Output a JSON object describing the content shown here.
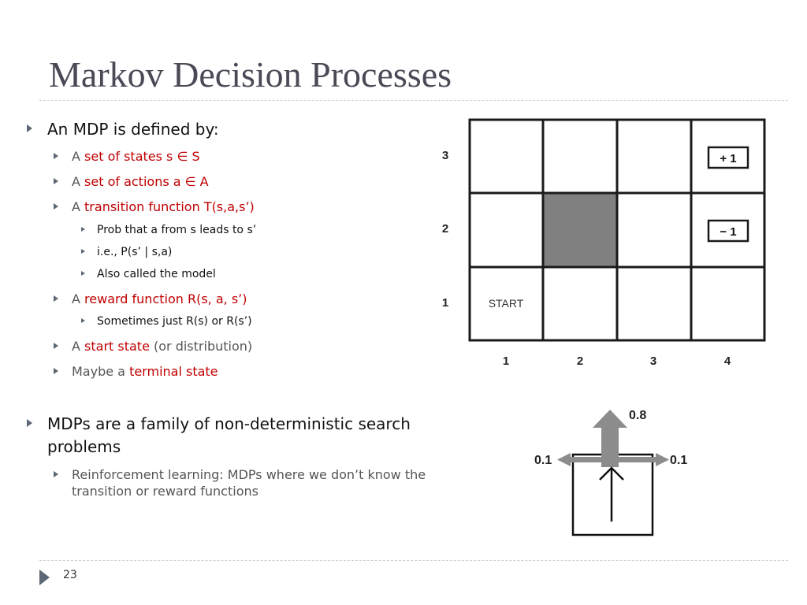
{
  "slide": {
    "title": "Markov Decision Processes",
    "page_number": "23"
  },
  "bullets": {
    "b1": "An MDP is defined by:",
    "b2_pre": "A ",
    "b2_red": "set of states s ∈ S",
    "b3_pre": "A ",
    "b3_red": "set of actions a ∈ A",
    "b4_pre": "A ",
    "b4_red": "transition function T(s,a,s’)",
    "b5": "Prob that a from s leads to s’",
    "b6": "i.e., P(s’ | s,a)",
    "b7": "Also called the model",
    "b8_pre": "A ",
    "b8_red": "reward function R(s, a, s’)",
    "b9": "Sometimes just R(s) or R(s’)",
    "b10_pre": "A ",
    "b10_red": "start state",
    "b10_post": " (or distribution)",
    "b11_pre": "Maybe a ",
    "b11_red": "terminal state",
    "b12": "MDPs are a family of non-deterministic search problems",
    "b13": "Reinforcement learning: MDPs where we don’t know the transition or reward functions"
  },
  "grid": {
    "row_labels": [
      "3",
      "2",
      "1"
    ],
    "col_labels": [
      "1",
      "2",
      "3",
      "4"
    ],
    "plus_reward": "+ 1",
    "minus_reward": "− 1",
    "start_label": "START"
  },
  "transition": {
    "forward_prob": "0.8",
    "left_prob": "0.1",
    "right_prob": "0.1"
  },
  "colors": {
    "red": "#c00000",
    "gray_cell": "#808080",
    "arrow_gray": "#8c8c8c",
    "title": "#4a4a57"
  }
}
